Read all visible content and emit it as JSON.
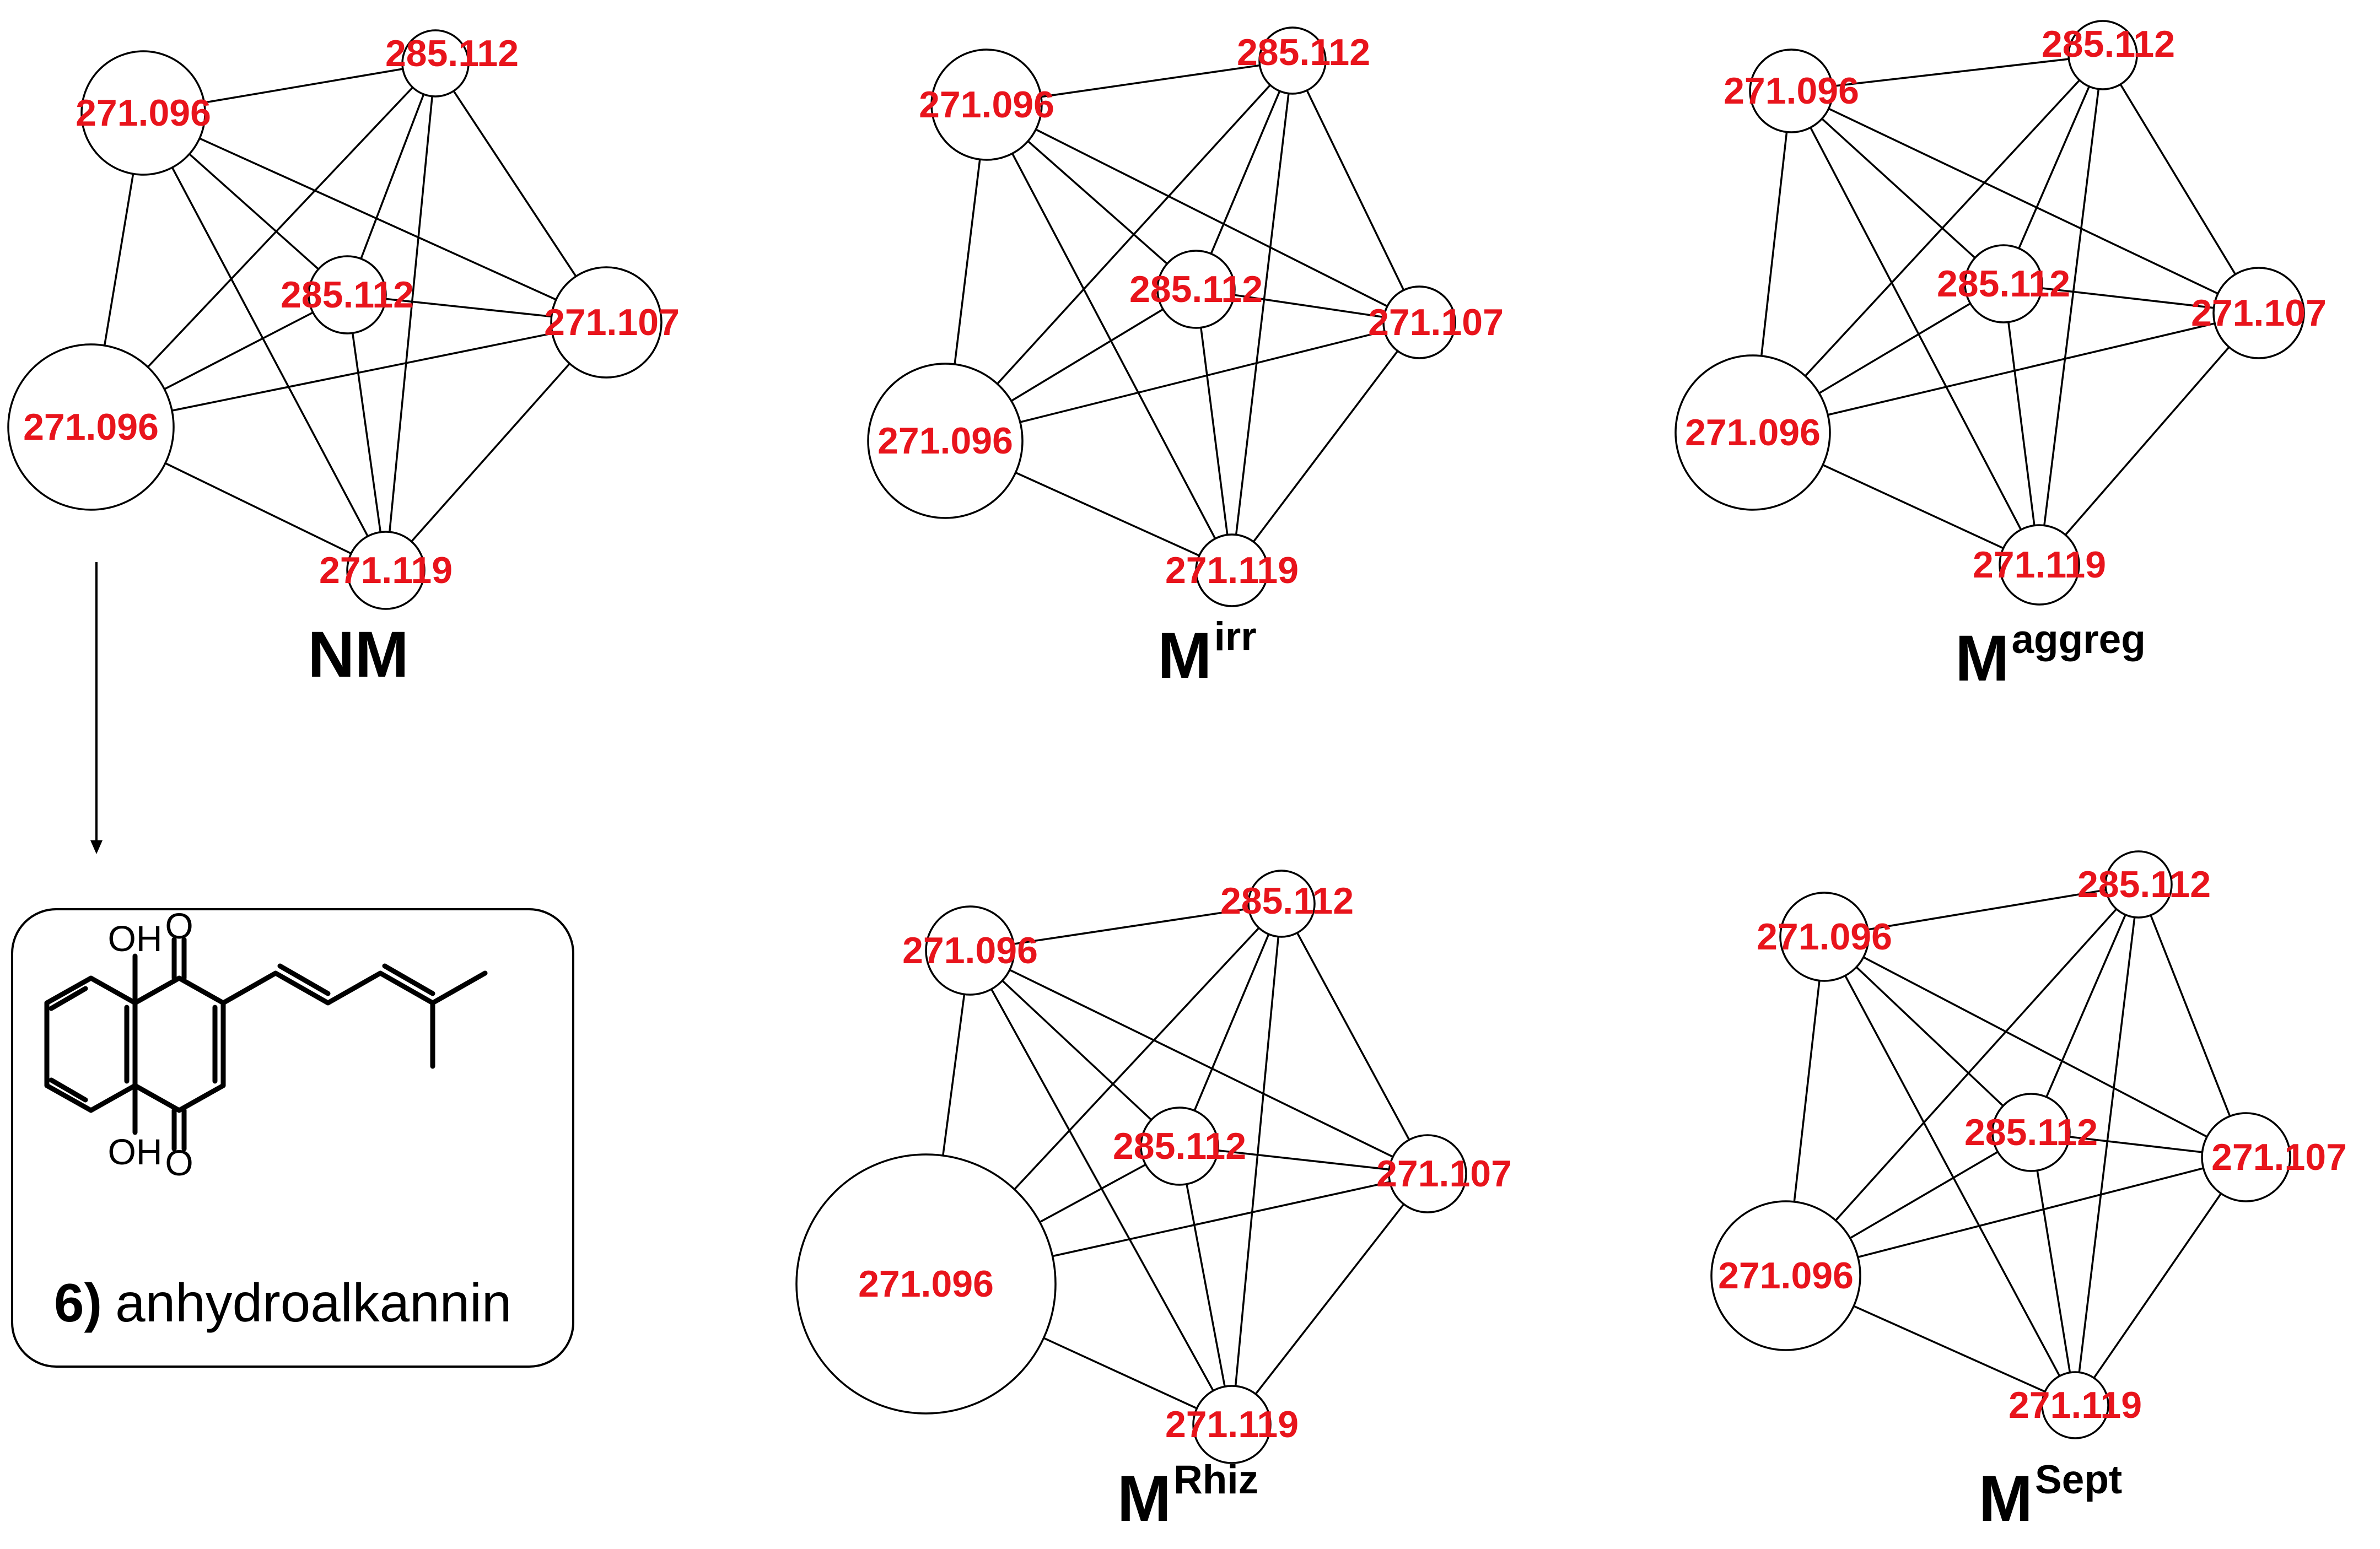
{
  "colors": {
    "label_color": "#e8141c",
    "line_color": "#000000"
  },
  "panels": [
    {
      "id": "NM",
      "title_main": "NM",
      "title_sup": "",
      "nodes": [
        {
          "label": "271.096"
        },
        {
          "label": "285.112"
        },
        {
          "label": "285.112"
        },
        {
          "label": "271.107"
        },
        {
          "label": "271.096"
        },
        {
          "label": "271.119"
        }
      ]
    },
    {
      "id": "Mirr",
      "title_main": "M",
      "title_sup": "irr",
      "nodes": [
        {
          "label": "271.096"
        },
        {
          "label": "285.112"
        },
        {
          "label": "285.112"
        },
        {
          "label": "271.107"
        },
        {
          "label": "271.096"
        },
        {
          "label": "271.119"
        }
      ]
    },
    {
      "id": "Maggreg",
      "title_main": "M",
      "title_sup": "aggreg",
      "nodes": [
        {
          "label": "271.096"
        },
        {
          "label": "285.112"
        },
        {
          "label": "285.112"
        },
        {
          "label": "271.107"
        },
        {
          "label": "271.096"
        },
        {
          "label": "271.119"
        }
      ]
    },
    {
      "id": "MRhiz",
      "title_main": "M",
      "title_sup": "Rhiz",
      "nodes": [
        {
          "label": "271.096"
        },
        {
          "label": "285.112"
        },
        {
          "label": "285.112"
        },
        {
          "label": "271.107"
        },
        {
          "label": "271.096"
        },
        {
          "label": "271.119"
        }
      ]
    },
    {
      "id": "MSept",
      "title_main": "M",
      "title_sup": "Sept",
      "nodes": [
        {
          "label": "271.096"
        },
        {
          "label": "285.112"
        },
        {
          "label": "285.112"
        },
        {
          "label": "271.107"
        },
        {
          "label": "271.096"
        },
        {
          "label": "271.119"
        }
      ]
    }
  ],
  "compound": {
    "number": "6)",
    "name": "anhydroalkannin",
    "atom_top": "OH",
    "atom_bottom": "OH",
    "atom_o1": "O",
    "atom_o2": "O"
  }
}
